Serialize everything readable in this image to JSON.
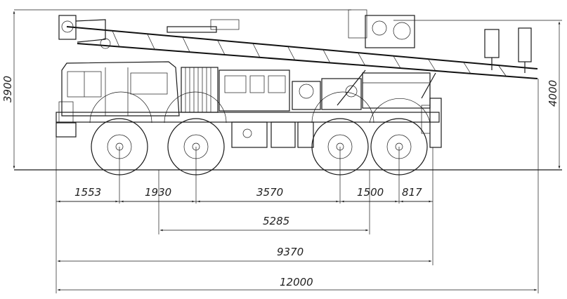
{
  "dimensions": {
    "overall_height": "3900",
    "boom_height": "4000",
    "front_overhang": "1553",
    "axle_1_2": "1930",
    "axle_2_3": "3570",
    "axle_3_4": "1500",
    "rear_overhang": "817",
    "bogie_span": "5285",
    "chassis_length": "9370",
    "total_length": "12000"
  }
}
